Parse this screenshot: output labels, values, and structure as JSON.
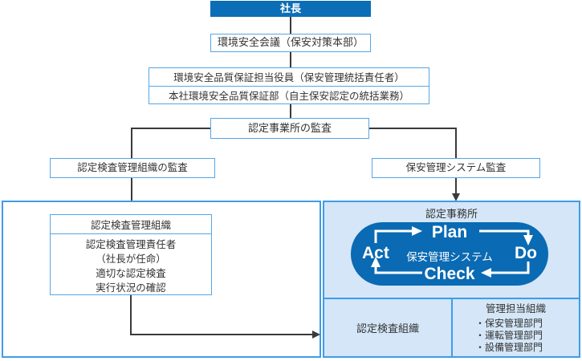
{
  "colors": {
    "brand_blue": "#0c6eb6",
    "pill_blue": "#0a6ab3",
    "panel_fill": "#d4e6f7",
    "panel_border": "#3f9ce8",
    "box_border": "#55a6e6",
    "connector": "#3a3a3a",
    "text": "#333333"
  },
  "org_chart": {
    "president": "社長",
    "safety_council": "環境安全会議（保安対策本部）",
    "quality_officer": "環境安全品質保証担当役員（保安管理統括責任者）",
    "head_office_dept": "本社環境安全品質保証部（自主保安認定の統括業務）",
    "office_audit": "認定事業所の監査",
    "inspection_org_audit": "認定検査管理組織の監査",
    "safety_system_audit": "保安管理システム監査"
  },
  "inspection_management_box": {
    "header": "認定検査管理組織",
    "lines": [
      "認定検査管理責任者",
      "（社長が任命）",
      "適切な認定検査",
      "実行状況の確認"
    ]
  },
  "certified_office": {
    "title": "認定事務所",
    "pdca": {
      "plan": "Plan",
      "do": "Do",
      "check": "Check",
      "act": "Act",
      "center": "保安管理システム"
    },
    "inspection_org_cell": "認定検査組織",
    "management_cell": {
      "header": "管理担当組織",
      "items": [
        "・保安管理部門",
        "・運転管理部門",
        "・設備管理部門"
      ]
    }
  }
}
